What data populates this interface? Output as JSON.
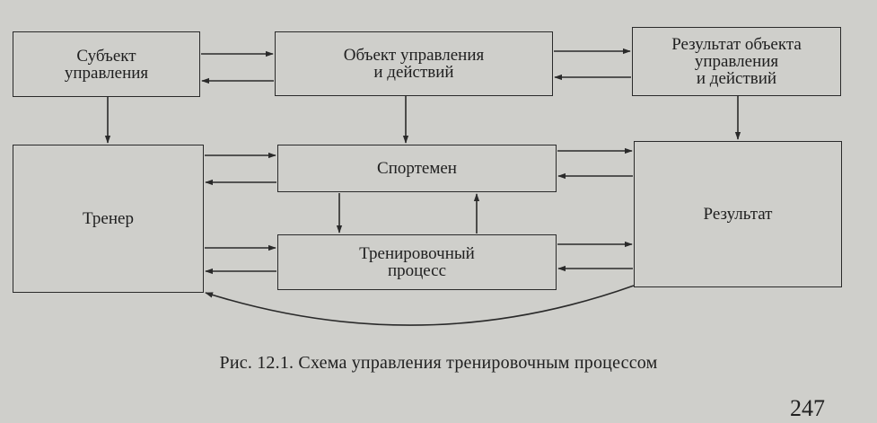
{
  "diagram": {
    "boxes": {
      "subject": "Субъект\nуправления",
      "object": "Объект управления\nи действий",
      "result_object": "Результат объекта\nуправления\nи действий",
      "athlete": "Спортемен",
      "coach": "Тренер",
      "training_process": "Тренировочный\nпроцесс",
      "result": "Результат"
    },
    "connections": [
      {
        "from": "subject",
        "to": "object",
        "kind": "bidirectional"
      },
      {
        "from": "object",
        "to": "result_object",
        "kind": "bidirectional"
      },
      {
        "from": "subject",
        "to": "coach",
        "kind": "arrow"
      },
      {
        "from": "object",
        "to": "athlete",
        "kind": "arrow"
      },
      {
        "from": "result_object",
        "to": "result",
        "kind": "arrow"
      },
      {
        "from": "coach",
        "to": "athlete",
        "kind": "bidirectional"
      },
      {
        "from": "athlete",
        "to": "result",
        "kind": "bidirectional"
      },
      {
        "from": "athlete",
        "to": "training_process",
        "kind": "arrow"
      },
      {
        "from": "training_process",
        "to": "athlete",
        "kind": "arrow"
      },
      {
        "from": "coach",
        "to": "training_process",
        "kind": "bidirectional"
      },
      {
        "from": "training_process",
        "to": "result",
        "kind": "bidirectional"
      },
      {
        "from": "result",
        "to": "coach",
        "kind": "feedback-curve"
      }
    ]
  },
  "caption": "Рис. 12.1. Схема управления тренировочным процессом",
  "page_number": "247"
}
